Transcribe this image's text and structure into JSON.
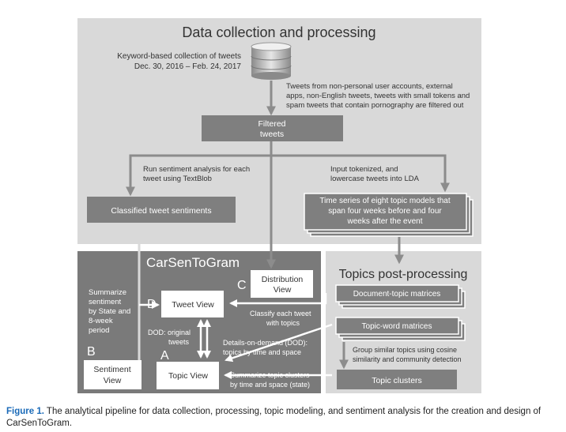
{
  "panels": {
    "collection_title": "Data collection and processing",
    "app_title": "CarSenToGram",
    "topics_title": "Topics post-processing"
  },
  "collection": {
    "db_label_1": "Keyword-based collection of tweets",
    "db_label_2": "Dec. 30, 2016 – Feb. 24, 2017",
    "filter_note": [
      "Tweets from non-personal user accounts, external",
      "apps, non-English tweets, tweets with small tokens and",
      "spam tweets that contain pornography are filtered out"
    ],
    "filtered_box": [
      "Filtered",
      "tweets"
    ],
    "sentiment_note": [
      "Run sentiment analysis for each",
      "tweet using TextBlob"
    ],
    "lda_note": [
      "Input tokenized, and",
      "lowercase tweets into LDA"
    ],
    "classified_box": "Classified tweet sentiments",
    "timeseries_box": [
      "Time series of eight topic models that",
      "span four weeks before and four",
      "weeks after the event"
    ]
  },
  "app": {
    "summarize_note": [
      "Summarize",
      "sentiment",
      "by State and",
      "8-week",
      "period"
    ],
    "letter_b": "B",
    "letter_c": "C",
    "letter_d": "D",
    "letter_a": "A",
    "sentiment_view": [
      "Sentiment",
      "View"
    ],
    "distribution_view": [
      "Distribution",
      "View"
    ],
    "tweet_view": "Tweet View",
    "topic_view": "Topic View",
    "dod_note": [
      "DOD: original",
      "tweets"
    ],
    "details_note": [
      "Details-on-demand (DOD):",
      "topics by time and space"
    ],
    "classify_note": [
      "Classify each tweet",
      "with topics"
    ],
    "cluster_note": [
      "Summarize topic clusters",
      "by time and space (state)"
    ]
  },
  "topics": {
    "doc_topic_box": "Document-topic matrices",
    "topic_word_box": "Topic-word matrices",
    "group_note": [
      "Group similar topics using cosine",
      "similarity and community detection"
    ],
    "clusters_box": "Topic clusters"
  },
  "caption": {
    "figure_label": "Figure 1.",
    "text": " The analytical pipeline for data collection, processing, topic modeling, and sentiment analysis for the creation and design of CarSenToGram."
  },
  "colors": {
    "panel_light": "#d9d9d9",
    "panel_dark": "#7a7a7a",
    "box_dark": "#7f7f7f",
    "view_box": "#ffffff",
    "arrow": "#8c8c8c",
    "caption_label": "#1a6ab8"
  }
}
